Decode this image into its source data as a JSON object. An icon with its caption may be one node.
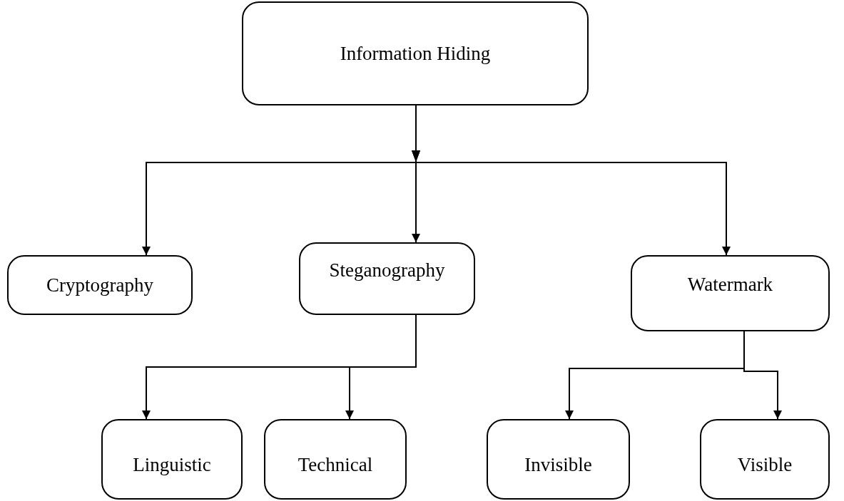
{
  "diagram": {
    "nodes": [
      {
        "text": [
          "Information Hiding"
        ]
      },
      {
        "text": [
          "Cryptography"
        ]
      },
      {
        "text": [
          "Steganography"
        ]
      },
      {
        "text": [
          "Watermark"
        ]
      },
      {
        "text": [
          "Linguistic"
        ]
      },
      {
        "text": [
          "Technical"
        ]
      },
      {
        "text": [
          "Invisible"
        ]
      },
      {
        "text": [
          "Visible"
        ]
      }
    ],
    "edges": [
      {
        "from": 0,
        "to": 1,
        "arrow": "to"
      },
      {
        "from": 0,
        "to": 2,
        "arrow": "to"
      },
      {
        "from": 0,
        "to": 3,
        "arrow": "to"
      },
      {
        "from": 2,
        "to": 4,
        "arrow": "to"
      },
      {
        "from": 2,
        "to": 5,
        "arrow": "to"
      },
      {
        "from": 3,
        "to": 6,
        "arrow": "to"
      },
      {
        "from": 3,
        "to": 7,
        "arrow": "to"
      }
    ]
  }
}
